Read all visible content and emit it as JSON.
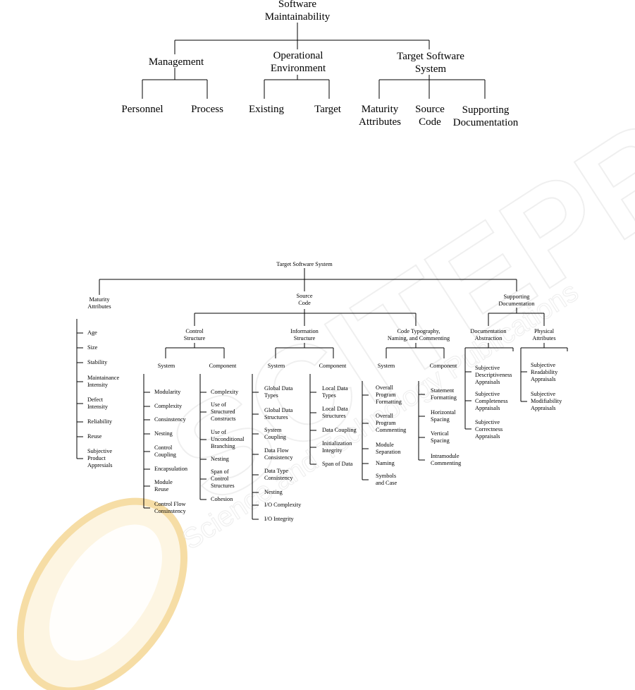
{
  "watermark": {
    "brand": "SCITEPRESS",
    "line": "Science and Technology Publications",
    "colors": {
      "logo_light": "#fdf3dc",
      "logo_dark": "#f4d58f",
      "text": "#ececec"
    }
  },
  "top_tree": {
    "root": "Software\nMaintainability",
    "level1": [
      "Management",
      "Operational\nEnvironment",
      "Target Software\nSystem"
    ],
    "leaves": [
      "Personnel",
      "Process",
      "Existing",
      "Target",
      "Maturity\nAttributes",
      "Source\nCode",
      "Supporting\nDocumentation"
    ]
  },
  "bottom_tree": {
    "root": "Target Software System",
    "branches": [
      "Maturity\nAttributes",
      "Source\nCode",
      "Supporting\nDocumentation"
    ],
    "maturity_items": [
      "Age",
      "Size",
      "Stability",
      "Maintainance\nIntensity",
      "Defect\nIntensity",
      "Reliability",
      "Reuse",
      "Subjective\nProduct\nAppresials"
    ],
    "source_children": [
      "Control\nStructure",
      "Information\nStructure",
      "Code Typography,\nNaming, and Commenting"
    ],
    "doc_children": [
      "Documentation\nAbstraction",
      "Physical\nAttributes"
    ],
    "sub_labels": [
      "System",
      "Component",
      "System",
      "Component",
      "System",
      "Component"
    ],
    "control_system": [
      "Modularity",
      "Complexity",
      "Consinstency",
      "Nesting",
      "Control\nCoupling",
      "Encapsulation",
      "Module\nReuse",
      "Control Flow\nConsinstency"
    ],
    "control_component": [
      "Complexity",
      "Use of\nStructured\nConstructs",
      "Use of\nUnconditional\nBranching",
      "Nesting",
      "Span of\nControl\nStructures",
      "Cohesion"
    ],
    "info_system": [
      "Global Data\nTypes",
      "Global Data\nStructures",
      "System\nCoupling",
      "Data Flow\nConsistency",
      "Data Type\nConsistency",
      "Nesting",
      "I/O Complexity",
      "I/O Integrity"
    ],
    "info_component": [
      "Local Data\nTypes",
      "Local Data\nStructures",
      "Data Coupling",
      "Initialization\nIntegrity",
      "Span of Data"
    ],
    "typo_system": [
      "Overall\nProgram\nFormatting",
      "Overall\nProgram\nCommenting",
      "Module\nSeparation",
      "Naming",
      "Symbols\nand Case"
    ],
    "typo_component": [
      "Statement\nFormatting",
      "Horizontal\nSpacing",
      "Vertical\nSpacing",
      "Intramodule\nCommenting"
    ],
    "doc_abstraction": [
      "Subjective\nDescriptiveness\nAppraisals",
      "Subjective\nCompleteness\nAppraisals",
      "Subjective\nCorrectness\nAppraisals"
    ],
    "doc_physical": [
      "Subjective\nReadability\nAppraisals",
      "Subjective\nModifiability\nAppraisals"
    ]
  }
}
